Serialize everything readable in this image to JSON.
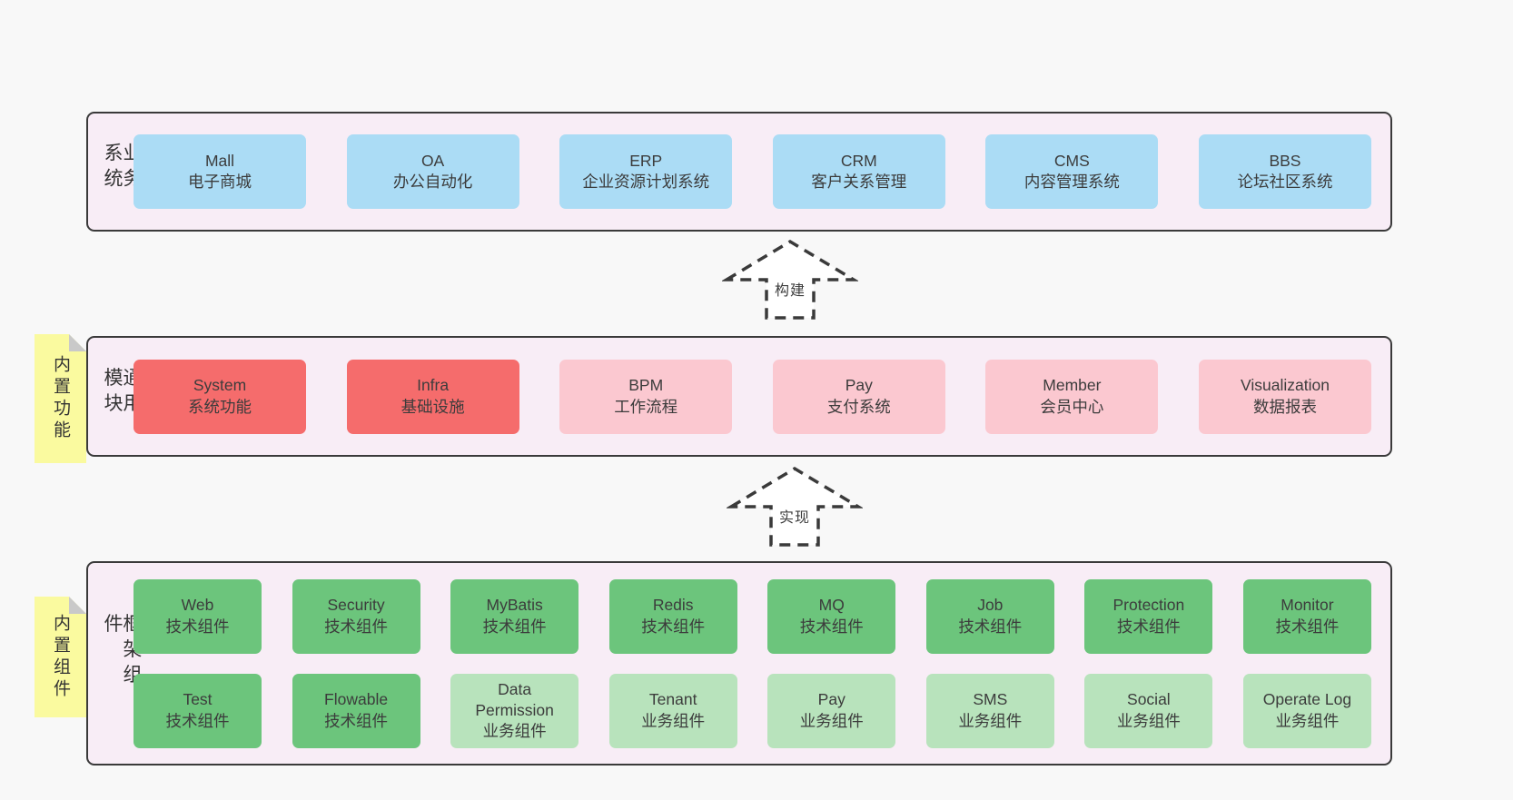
{
  "colors": {
    "page_bg": "#f8f8f8",
    "band_bg": "#f8edf6",
    "band_border": "#3a3a3a",
    "blue": "#abdcf5",
    "red": "#f56c6c",
    "pink": "#fbc8d0",
    "green": "#6cc57c",
    "light_green": "#b8e3bc",
    "note_bg": "#fafa9f",
    "note_fold": "#c9c9c9",
    "text": "#3c3c3c"
  },
  "bands": [
    {
      "label": "业务系统",
      "boxes": [
        {
          "name": "Mall",
          "desc": "电子商城"
        },
        {
          "name": "OA",
          "desc": "办公自动化"
        },
        {
          "name": "ERP",
          "desc": "企业资源计划系统"
        },
        {
          "name": "CRM",
          "desc": "客户关系管理"
        },
        {
          "name": "CMS",
          "desc": "内容管理系统"
        },
        {
          "name": "BBS",
          "desc": "论坛社区系统"
        }
      ]
    },
    {
      "label": "通用模块",
      "note": "内置功能",
      "boxes": [
        {
          "name": "System",
          "desc": "系统功能"
        },
        {
          "name": "Infra",
          "desc": "基础设施"
        },
        {
          "name": "BPM",
          "desc": "工作流程"
        },
        {
          "name": "Pay",
          "desc": "支付系统"
        },
        {
          "name": "Member",
          "desc": "会员中心"
        },
        {
          "name": "Visualization",
          "desc": "数据报表"
        }
      ]
    },
    {
      "label": "框架组件",
      "note": "内置组件",
      "rows": [
        {
          "boxes": [
            {
              "name": "Web",
              "desc": "技术组件"
            },
            {
              "name": "Security",
              "desc": "技术组件"
            },
            {
              "name": "MyBatis",
              "desc": "技术组件"
            },
            {
              "name": "Redis",
              "desc": "技术组件"
            },
            {
              "name": "MQ",
              "desc": "技术组件"
            },
            {
              "name": "Job",
              "desc": "技术组件"
            },
            {
              "name": "Protection",
              "desc": "技术组件"
            },
            {
              "name": "Monitor",
              "desc": "技术组件"
            }
          ]
        },
        {
          "boxes": [
            {
              "name": "Test",
              "desc": "技术组件"
            },
            {
              "name": "Flowable",
              "desc": "技术组件"
            },
            {
              "name": "Data Permission",
              "desc": "业务组件"
            },
            {
              "name": "Tenant",
              "desc": "业务组件"
            },
            {
              "name": "Pay",
              "desc": "业务组件"
            },
            {
              "name": "SMS",
              "desc": "业务组件"
            },
            {
              "name": "Social",
              "desc": "业务组件"
            },
            {
              "name": "Operate Log",
              "desc": "业务组件"
            }
          ]
        }
      ]
    }
  ],
  "arrows": [
    {
      "label": "构建"
    },
    {
      "label": "实现"
    }
  ]
}
